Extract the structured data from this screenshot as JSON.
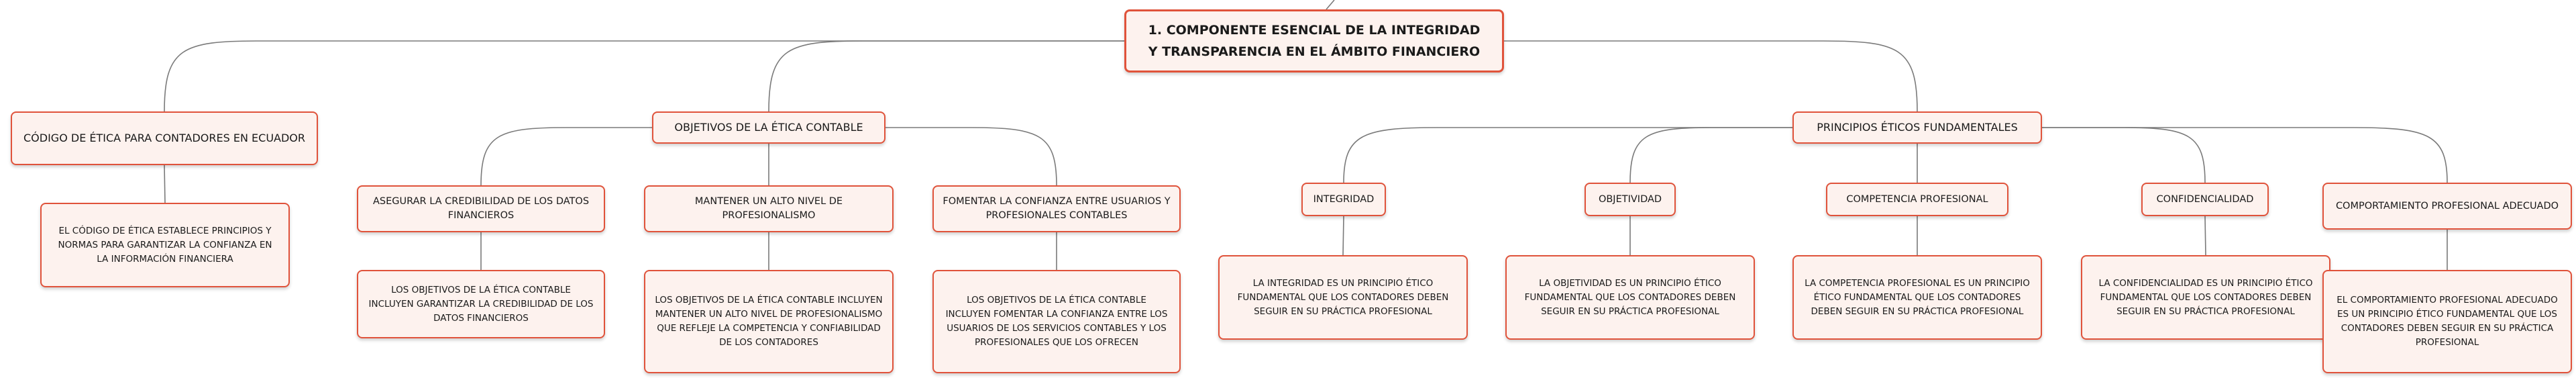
{
  "root": {
    "text": "1. COMPONENTE ESENCIAL DE LA INTEGRIDAD Y TRANSPARENCIA EN EL ÁMBITO FINANCIERO"
  },
  "branches": [
    {
      "label": "CÓDIGO DE ÉTICA PARA CONTADORES EN ECUADOR",
      "detail": "EL CÓDIGO DE ÉTICA ESTABLECE PRINCIPIOS Y NORMAS PARA GARANTIZAR LA CONFIANZA EN LA INFORMACIÓN FINANCIERA",
      "children": []
    },
    {
      "label": "OBJETIVOS DE LA ÉTICA CONTABLE",
      "children": [
        {
          "label": "ASEGURAR LA CREDIBILIDAD DE LOS DATOS FINANCIEROS",
          "detail": "LOS OBJETIVOS DE LA ÉTICA CONTABLE INCLUYEN GARANTIZAR LA CREDIBILIDAD DE LOS DATOS FINANCIEROS"
        },
        {
          "label": "MANTENER UN ALTO NIVEL DE PROFESIONALISMO",
          "detail": "LOS OBJETIVOS DE LA ÉTICA CONTABLE INCLUYEN MANTENER UN ALTO NIVEL DE PROFESIONALISMO QUE REFLEJE LA COMPETENCIA Y CONFIABILIDAD DE LOS CONTADORES"
        },
        {
          "label": "FOMENTAR LA CONFIANZA ENTRE USUARIOS Y PROFESIONALES CONTABLES",
          "detail": "LOS OBJETIVOS DE LA ÉTICA CONTABLE INCLUYEN FOMENTAR LA CONFIANZA ENTRE LOS USUARIOS DE LOS SERVICIOS CONTABLES Y LOS PROFESIONALES QUE LOS OFRECEN"
        }
      ]
    },
    {
      "label": "PRINCIPIOS ÉTICOS FUNDAMENTALES",
      "children": [
        {
          "label": "INTEGRIDAD",
          "detail": "LA INTEGRIDAD ES UN PRINCIPIO ÉTICO FUNDAMENTAL QUE LOS CONTADORES DEBEN SEGUIR EN SU PRÁCTICA PROFESIONAL"
        },
        {
          "label": "OBJETIVIDAD",
          "detail": "LA OBJETIVIDAD ES UN PRINCIPIO ÉTICO FUNDAMENTAL QUE LOS CONTADORES DEBEN SEGUIR EN SU PRÁCTICA PROFESIONAL"
        },
        {
          "label": "COMPETENCIA PROFESIONAL",
          "detail": "LA COMPETENCIA PROFESIONAL ES UN PRINCIPIO ÉTICO FUNDAMENTAL QUE LOS CONTADORES DEBEN SEGUIR EN SU PRÁCTICA PROFESIONAL"
        },
        {
          "label": "CONFIDENCIALIDAD",
          "detail": "LA CONFIDENCIALIDAD ES UN PRINCIPIO ÉTICO FUNDAMENTAL QUE LOS CONTADORES DEBEN SEGUIR EN SU PRÁCTICA PROFESIONAL"
        },
        {
          "label": "COMPORTAMIENTO PROFESIONAL ADECUADO",
          "detail": "EL COMPORTAMIENTO PROFESIONAL ADECUADO ES UN PRINCIPIO ÉTICO FUNDAMENTAL QUE LOS CONTADORES DEBEN SEGUIR EN SU PRÁCTICA PROFESIONAL"
        }
      ]
    }
  ],
  "colors": {
    "node_border": "#e0533b",
    "node_fill": "#fdf2ee",
    "connector": "#7a7a7a"
  }
}
